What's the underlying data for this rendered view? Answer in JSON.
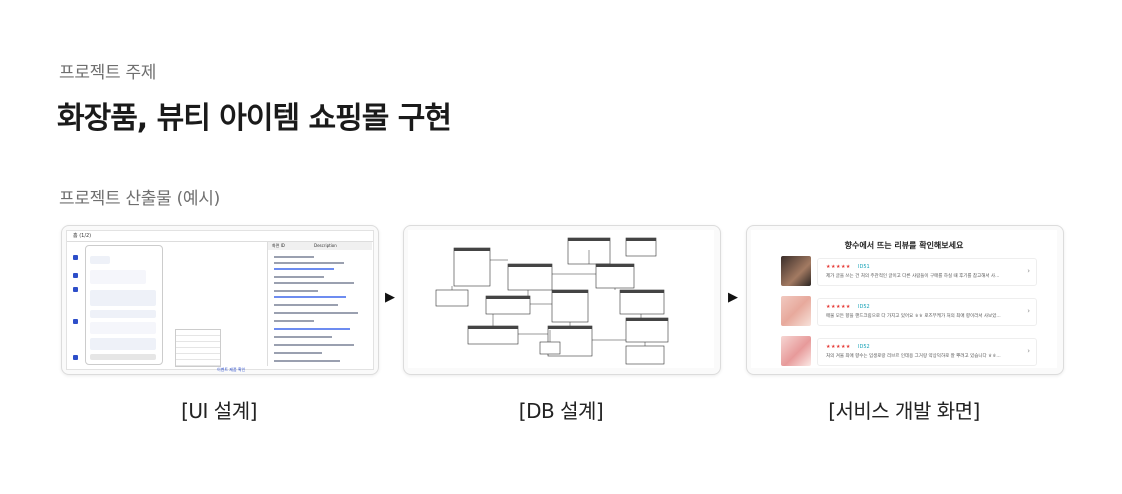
{
  "section": {
    "topic_label": "프로젝트 주제",
    "title": "화장품, 뷰티 아이템 쇼핑몰 구현",
    "output_label": "프로젝트 산출물 (예시)"
  },
  "artifacts": [
    {
      "caption": "[UI 설계]"
    },
    {
      "caption": "[DB 설계]"
    },
    {
      "caption": "[서비스 개발 화면]"
    }
  ],
  "ui_mock": {
    "header": "홈 (1/2)",
    "panel_col_1": "화면 ID",
    "panel_col_2": "Description",
    "note": "이벤트 제품 확인"
  },
  "service_mock": {
    "title": "향수에서 뜨는 리뷰를 확인해보세요",
    "reviews": [
      {
        "stars": "★★★★★",
        "id": "ID51",
        "text": "제가 글을 쓰는 건 처의 주관적인 글이고 다른 사람들이 구매를 하실 때 후기를 참고해서 사..."
      },
      {
        "stars": "★★★★★",
        "id": "ID52",
        "text": "매물 모든 향을 핸드크림으로 다 가지고 있어요 ㅎㅎ 로즈부케가 처의 최애 향이라서 사보았..."
      },
      {
        "stars": "★★★★★",
        "id": "ID52",
        "text": "처의 겨울 최애 향수는 입생로랑 리브르 인데용 그거랑 약상덕하로 잘 뿌려고 있습니다 ㅎㅎ..."
      }
    ]
  },
  "colors": {
    "accent_blue": "#2d4ec9",
    "star_red": "#e53935",
    "id_teal": "#16a2b8"
  },
  "icons": {
    "arrow": "play-arrow-icon",
    "chevron": "chevron-right-icon"
  }
}
